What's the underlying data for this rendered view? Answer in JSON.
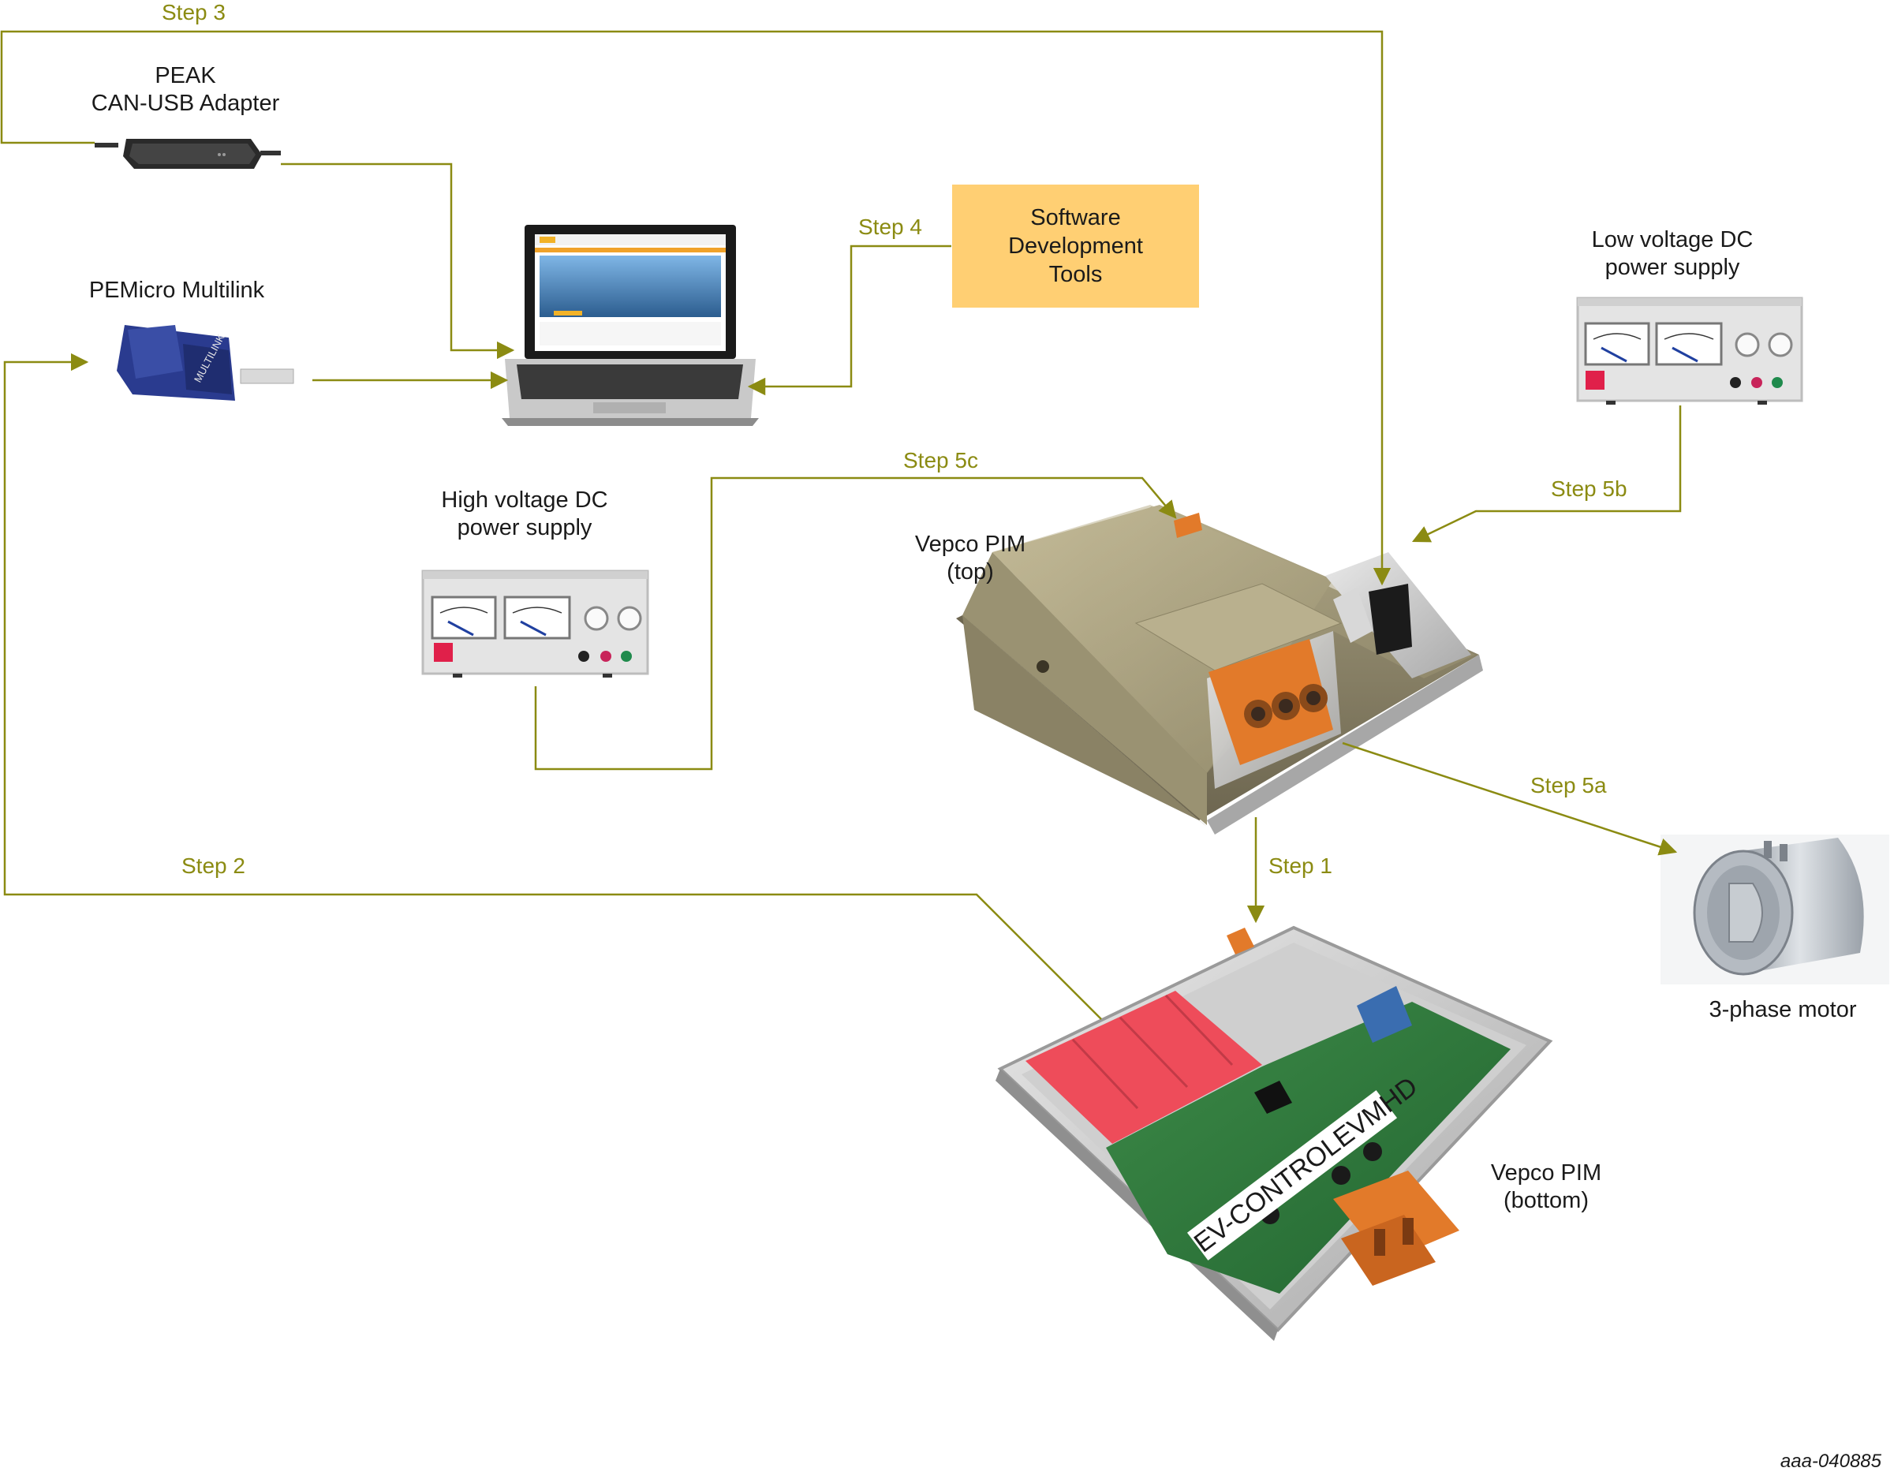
{
  "colors": {
    "connector": "#8b8b12",
    "software_box": "#ffcf73",
    "power_button": "#e0204a",
    "orange_connector": "#e27a2a",
    "pcb_green": "#2f7a3c",
    "heatsink_red": "#ee4c5a"
  },
  "labels": {
    "peak_line1": "PEAK",
    "peak_line2": "CAN-USB Adapter",
    "pemicro": "PEMicro Multilink",
    "sdt_line1": "Software",
    "sdt_line2": "Development",
    "sdt_line3": "Tools",
    "lv_line1": "Low voltage DC",
    "lv_line2": "power supply",
    "hv_line1": "High voltage DC",
    "hv_line2": "power supply",
    "pim_top_line1": "Vepco PIM",
    "pim_top_line2": "(top)",
    "pim_bottom_line1": "Vepco PIM",
    "pim_bottom_line2": "(bottom)",
    "motor": "3-phase motor",
    "board": "EV-CONTROLEVMHD"
  },
  "steps": {
    "s1": "Step 1",
    "s2": "Step 2",
    "s3": "Step 3",
    "s4": "Step 4",
    "s5a": "Step 5a",
    "s5b": "Step 5b",
    "s5c": "Step 5c"
  },
  "footer": {
    "doc_id": "aaa-040885"
  }
}
